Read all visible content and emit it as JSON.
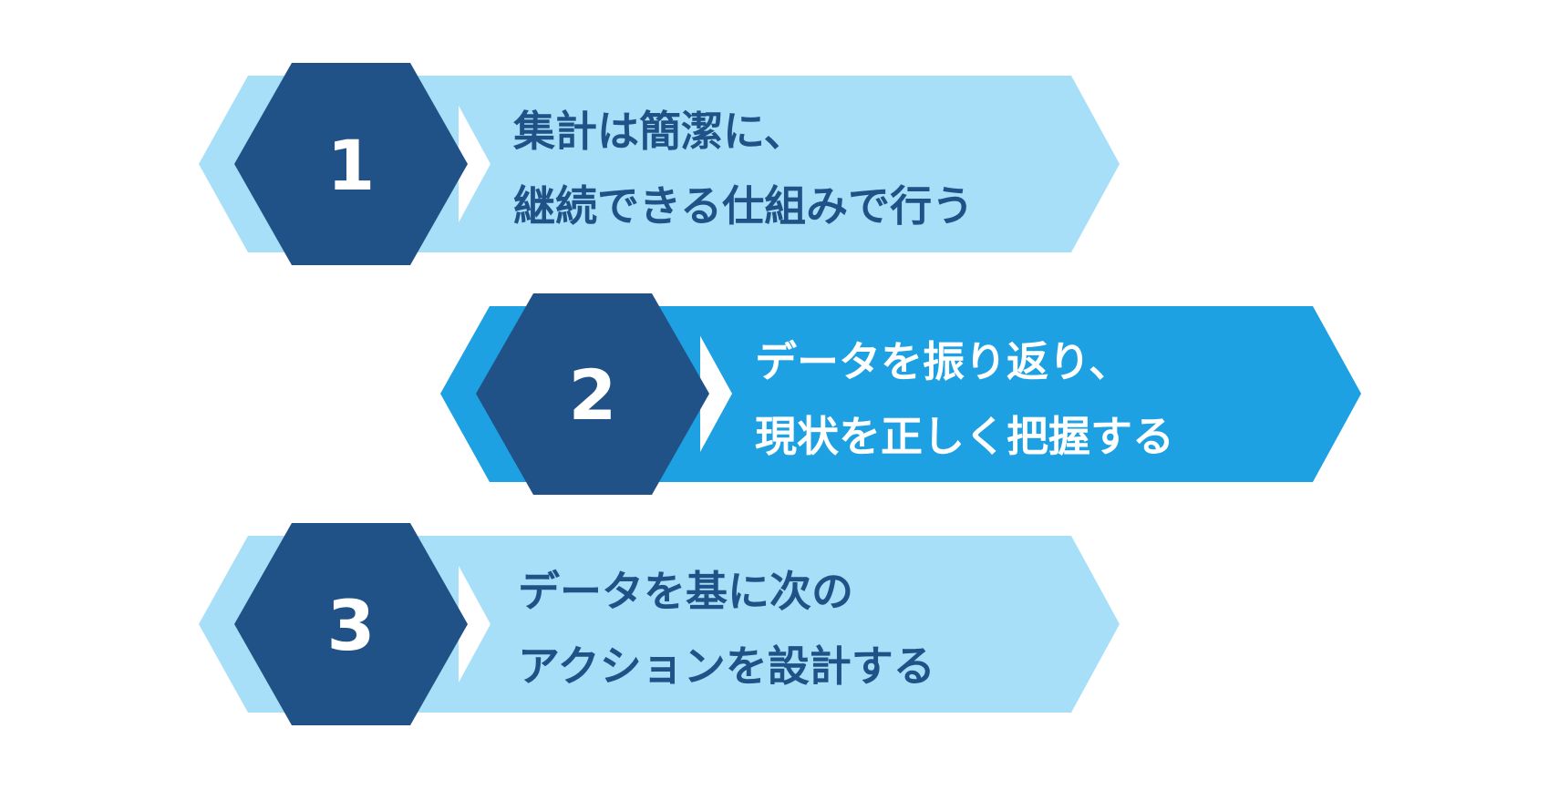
{
  "colors": {
    "background": "#ffffff",
    "hexagon": "#215287",
    "light_banner": "#a7dff8",
    "bright_banner": "#1da1e2",
    "light_banner_text": "#215287",
    "bright_banner_text": "#ffffff",
    "number_text": "#ffffff"
  },
  "steps": [
    {
      "number": "1",
      "lines": [
        "集計は簡潔に、",
        "継続できる仕組みで行う"
      ],
      "style": "light"
    },
    {
      "number": "2",
      "lines": [
        "データを振り返り、",
        "現状を正しく把握する"
      ],
      "style": "bright"
    },
    {
      "number": "3",
      "lines": [
        "データを基に次の",
        "アクションを設計する"
      ],
      "style": "light"
    }
  ]
}
